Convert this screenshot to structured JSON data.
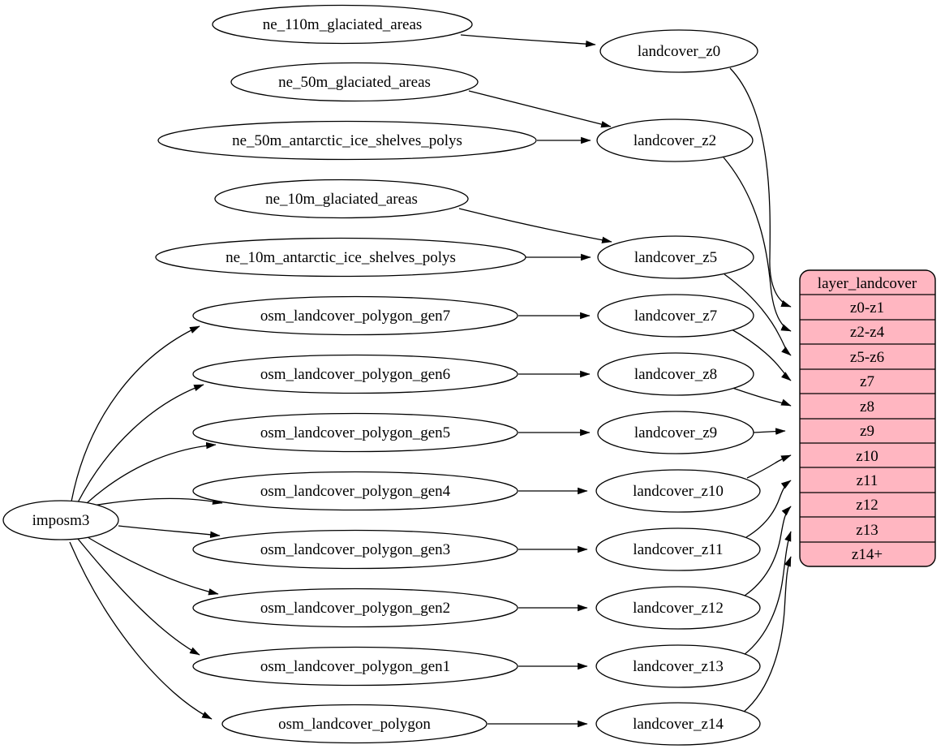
{
  "diagram": {
    "background": "#ffffff",
    "node_fill": "#ffffff",
    "stroke_color": "#000000",
    "nodes": {
      "imposm3": "imposm3",
      "ne_110m_glaciated_areas": "ne_110m_glaciated_areas",
      "ne_50m_glaciated_areas": "ne_50m_glaciated_areas",
      "ne_50m_antarctic_ice_shelves_polys": "ne_50m_antarctic_ice_shelves_polys",
      "ne_10m_glaciated_areas": "ne_10m_glaciated_areas",
      "ne_10m_antarctic_ice_shelves_polys": "ne_10m_antarctic_ice_shelves_polys",
      "osm_landcover_polygon_gen7": "osm_landcover_polygon_gen7",
      "osm_landcover_polygon_gen6": "osm_landcover_polygon_gen6",
      "osm_landcover_polygon_gen5": "osm_landcover_polygon_gen5",
      "osm_landcover_polygon_gen4": "osm_landcover_polygon_gen4",
      "osm_landcover_polygon_gen3": "osm_landcover_polygon_gen3",
      "osm_landcover_polygon_gen2": "osm_landcover_polygon_gen2",
      "osm_landcover_polygon_gen1": "osm_landcover_polygon_gen1",
      "osm_landcover_polygon": "osm_landcover_polygon",
      "landcover_z0": "landcover_z0",
      "landcover_z2": "landcover_z2",
      "landcover_z5": "landcover_z5",
      "landcover_z7": "landcover_z7",
      "landcover_z8": "landcover_z8",
      "landcover_z9": "landcover_z9",
      "landcover_z10": "landcover_z10",
      "landcover_z11": "landcover_z11",
      "landcover_z12": "landcover_z12",
      "landcover_z13": "landcover_z13",
      "landcover_z14": "landcover_z14"
    },
    "table": {
      "title": "layer_landcover",
      "fill": "#ffb6c1",
      "rows": [
        "z0-z1",
        "z2-z4",
        "z5-z6",
        "z7",
        "z8",
        "z9",
        "z10",
        "z11",
        "z12",
        "z13",
        "z14+"
      ]
    },
    "edges": [
      {
        "from": "ne_110m_glaciated_areas",
        "to": "landcover_z0"
      },
      {
        "from": "ne_50m_glaciated_areas",
        "to": "landcover_z2"
      },
      {
        "from": "ne_50m_antarctic_ice_shelves_polys",
        "to": "landcover_z2"
      },
      {
        "from": "ne_10m_glaciated_areas",
        "to": "landcover_z5"
      },
      {
        "from": "ne_10m_antarctic_ice_shelves_polys",
        "to": "landcover_z5"
      },
      {
        "from": "imposm3",
        "to": "osm_landcover_polygon_gen7"
      },
      {
        "from": "imposm3",
        "to": "osm_landcover_polygon_gen6"
      },
      {
        "from": "imposm3",
        "to": "osm_landcover_polygon_gen5"
      },
      {
        "from": "imposm3",
        "to": "osm_landcover_polygon_gen4"
      },
      {
        "from": "imposm3",
        "to": "osm_landcover_polygon_gen3"
      },
      {
        "from": "imposm3",
        "to": "osm_landcover_polygon_gen2"
      },
      {
        "from": "imposm3",
        "to": "osm_landcover_polygon_gen1"
      },
      {
        "from": "imposm3",
        "to": "osm_landcover_polygon"
      },
      {
        "from": "osm_landcover_polygon_gen7",
        "to": "landcover_z7"
      },
      {
        "from": "osm_landcover_polygon_gen6",
        "to": "landcover_z8"
      },
      {
        "from": "osm_landcover_polygon_gen5",
        "to": "landcover_z9"
      },
      {
        "from": "osm_landcover_polygon_gen4",
        "to": "landcover_z10"
      },
      {
        "from": "osm_landcover_polygon_gen3",
        "to": "landcover_z11"
      },
      {
        "from": "osm_landcover_polygon_gen2",
        "to": "landcover_z12"
      },
      {
        "from": "osm_landcover_polygon_gen1",
        "to": "landcover_z13"
      },
      {
        "from": "osm_landcover_polygon",
        "to": "landcover_z14"
      },
      {
        "from": "landcover_z0",
        "to": "layer_landcover:z0-z1"
      },
      {
        "from": "landcover_z2",
        "to": "layer_landcover:z2-z4"
      },
      {
        "from": "landcover_z5",
        "to": "layer_landcover:z5-z6"
      },
      {
        "from": "landcover_z7",
        "to": "layer_landcover:z7"
      },
      {
        "from": "landcover_z8",
        "to": "layer_landcover:z8"
      },
      {
        "from": "landcover_z9",
        "to": "layer_landcover:z9"
      },
      {
        "from": "landcover_z10",
        "to": "layer_landcover:z10"
      },
      {
        "from": "landcover_z11",
        "to": "layer_landcover:z11"
      },
      {
        "from": "landcover_z12",
        "to": "layer_landcover:z12"
      },
      {
        "from": "landcover_z13",
        "to": "layer_landcover:z13"
      },
      {
        "from": "landcover_z14",
        "to": "layer_landcover:z14+"
      }
    ]
  }
}
